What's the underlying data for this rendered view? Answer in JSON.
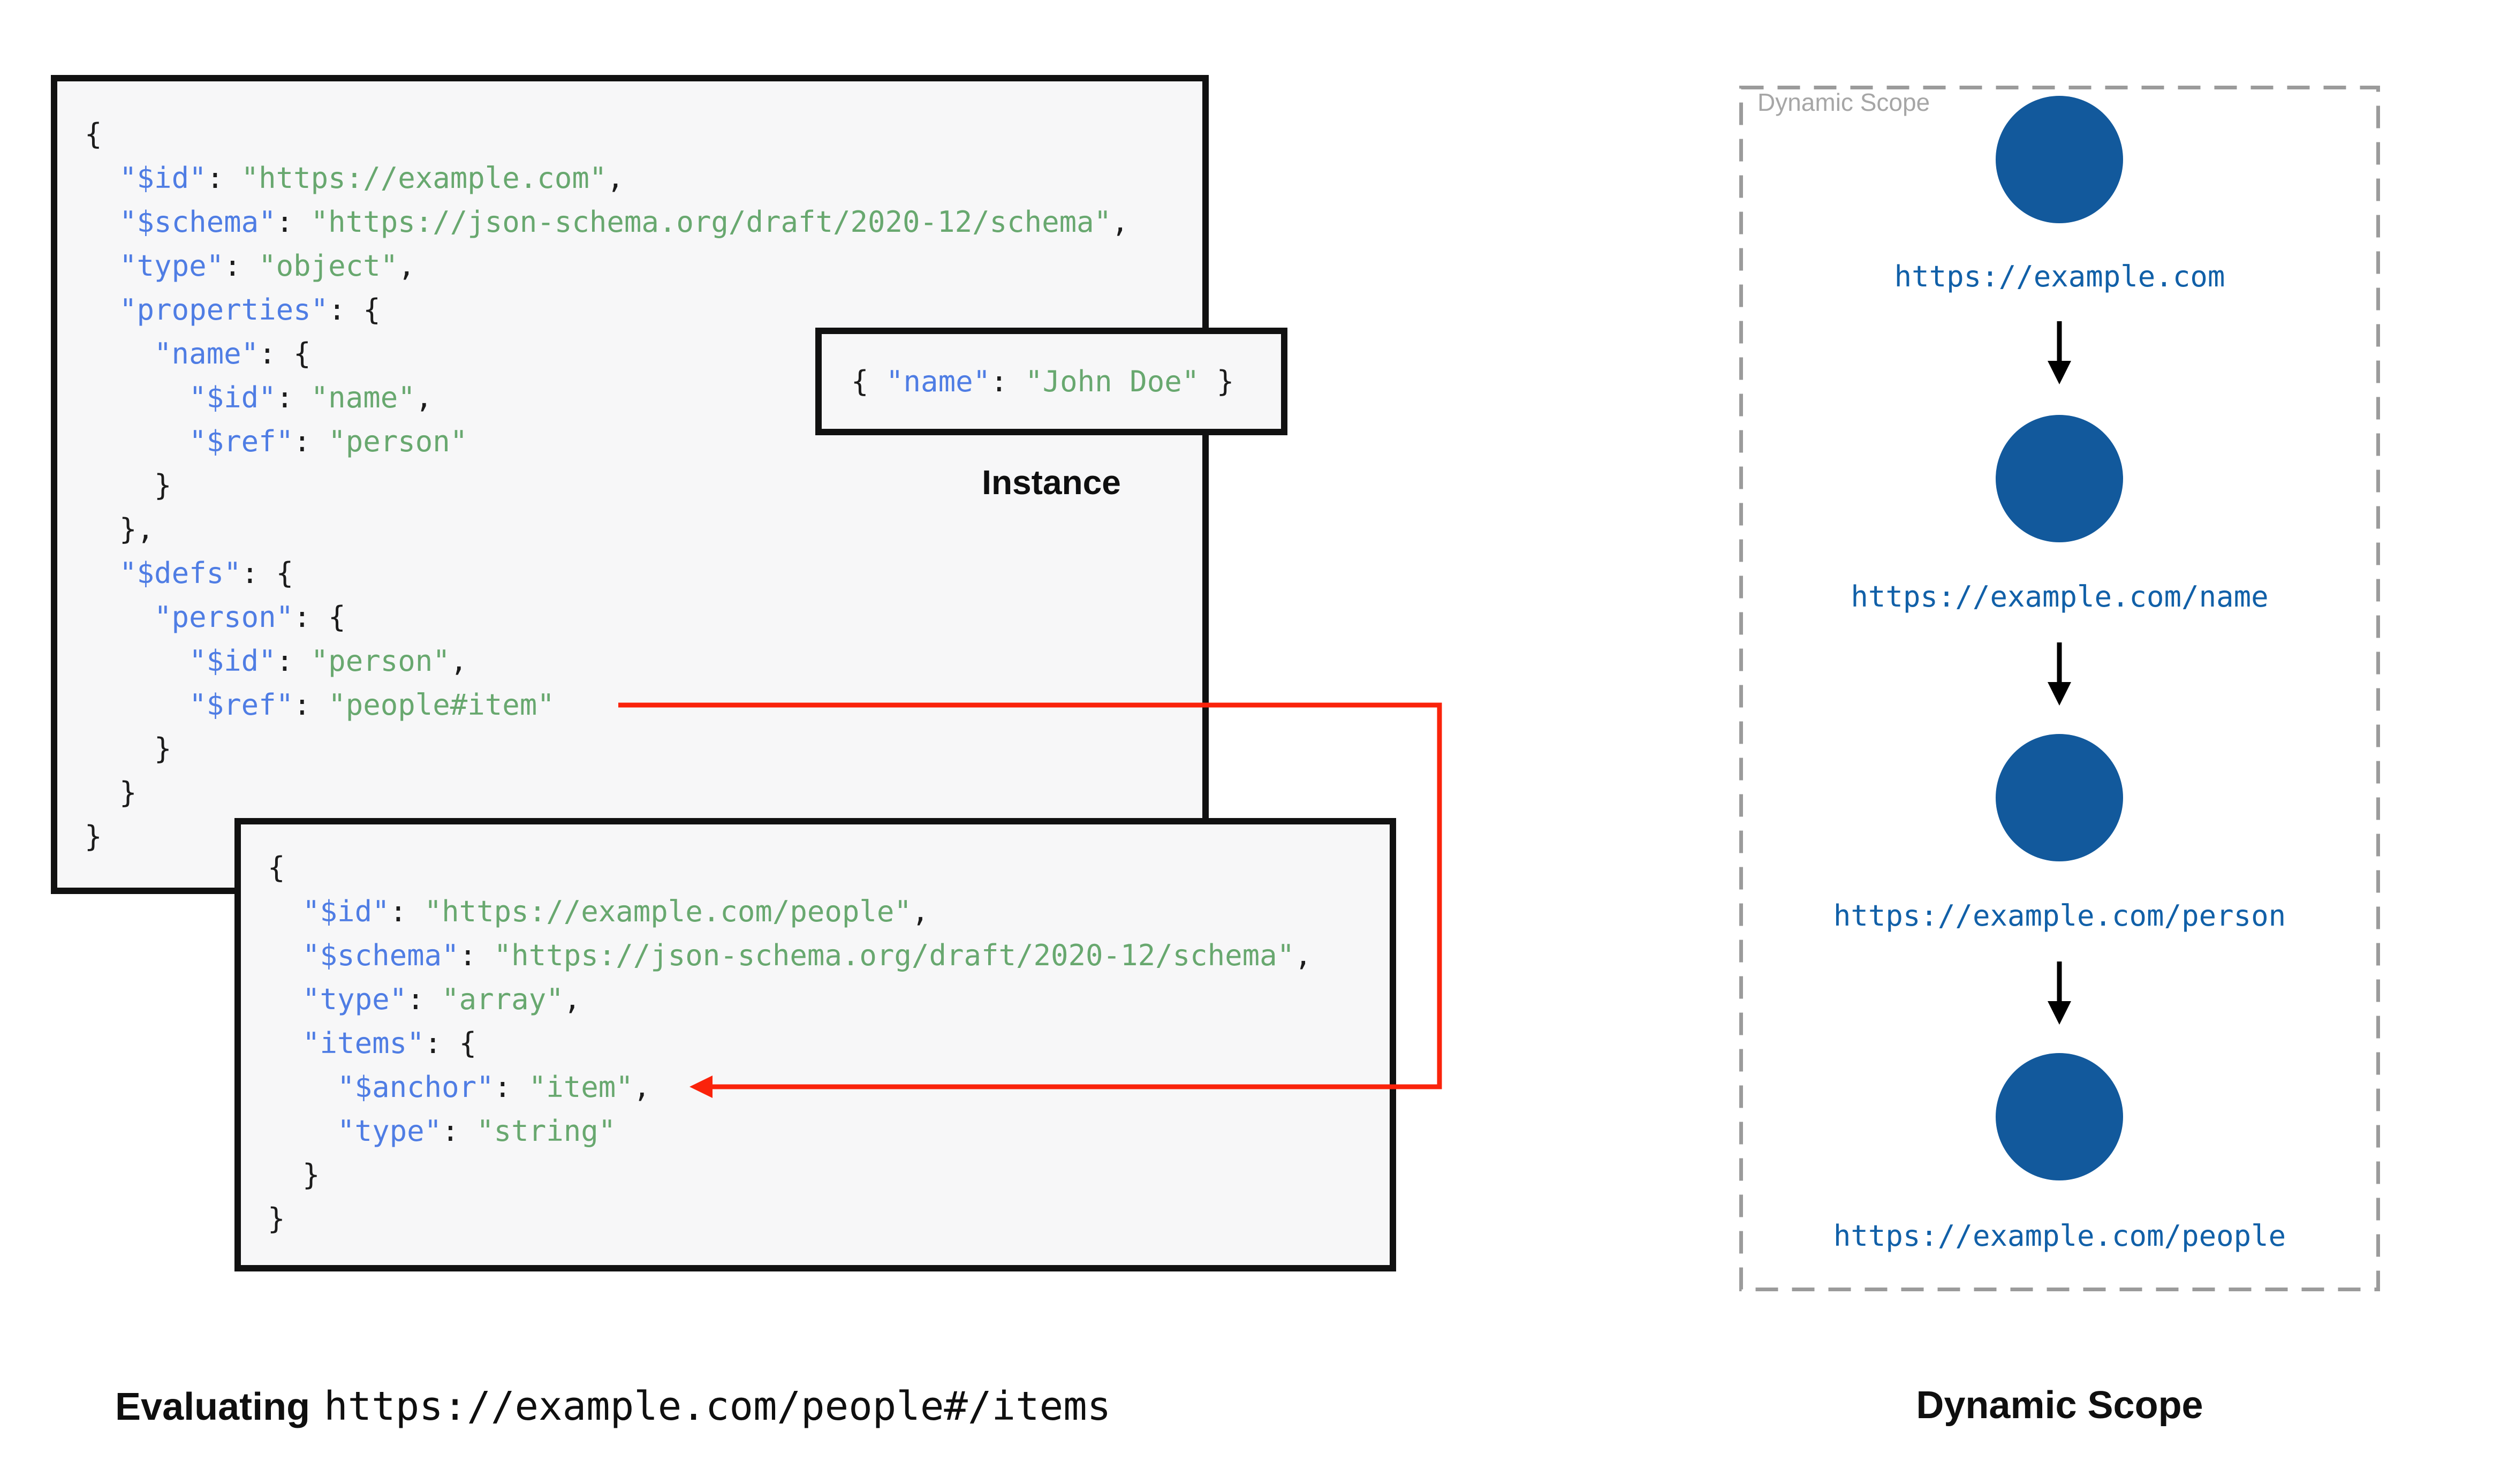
{
  "palette": {
    "box_background": "#f7f7f8",
    "box_border": "#111111",
    "key_blue": "#4f7de4",
    "string_green": "#68a86f",
    "punctuation": "#1c1c1c",
    "ref_arrow_red": "#fa230b",
    "scope_circle_blue": "#12599c",
    "scope_url_blue": "#1160a8",
    "watermark_gray": "#a6a6a6",
    "dash_border_gray": "#9b9b9b"
  },
  "schema_a": {
    "lines": [
      [
        [
          "p",
          "{"
        ]
      ],
      [
        [
          "p",
          "  "
        ],
        [
          "k",
          "\"$id\""
        ],
        [
          "p",
          ": "
        ],
        [
          "s",
          "\"https://example.com\""
        ],
        [
          "p",
          ","
        ]
      ],
      [
        [
          "p",
          "  "
        ],
        [
          "k",
          "\"$schema\""
        ],
        [
          "p",
          ": "
        ],
        [
          "s",
          "\"https://json-schema.org/draft/2020-12/schema\""
        ],
        [
          "p",
          ","
        ]
      ],
      [
        [
          "p",
          "  "
        ],
        [
          "k",
          "\"type\""
        ],
        [
          "p",
          ": "
        ],
        [
          "s",
          "\"object\""
        ],
        [
          "p",
          ","
        ]
      ],
      [
        [
          "p",
          "  "
        ],
        [
          "k",
          "\"properties\""
        ],
        [
          "p",
          ": {"
        ]
      ],
      [
        [
          "p",
          "    "
        ],
        [
          "k",
          "\"name\""
        ],
        [
          "p",
          ": {"
        ]
      ],
      [
        [
          "p",
          "      "
        ],
        [
          "k",
          "\"$id\""
        ],
        [
          "p",
          ": "
        ],
        [
          "s",
          "\"name\""
        ],
        [
          "p",
          ","
        ]
      ],
      [
        [
          "p",
          "      "
        ],
        [
          "k",
          "\"$ref\""
        ],
        [
          "p",
          ": "
        ],
        [
          "s",
          "\"person\""
        ]
      ],
      [
        [
          "p",
          "    }"
        ]
      ],
      [
        [
          "p",
          "  },"
        ]
      ],
      [
        [
          "p",
          "  "
        ],
        [
          "k",
          "\"$defs\""
        ],
        [
          "p",
          ": {"
        ]
      ],
      [
        [
          "p",
          "    "
        ],
        [
          "k",
          "\"person\""
        ],
        [
          "p",
          ": {"
        ]
      ],
      [
        [
          "p",
          "      "
        ],
        [
          "k",
          "\"$id\""
        ],
        [
          "p",
          ": "
        ],
        [
          "s",
          "\"person\""
        ],
        [
          "p",
          ","
        ]
      ],
      [
        [
          "p",
          "      "
        ],
        [
          "k",
          "\"$ref\""
        ],
        [
          "p",
          ": "
        ],
        [
          "s",
          "\"people#item\""
        ]
      ],
      [
        [
          "p",
          "    }"
        ]
      ],
      [
        [
          "p",
          "  }"
        ]
      ],
      [
        [
          "p",
          "}"
        ]
      ]
    ]
  },
  "schema_b": {
    "lines": [
      [
        [
          "p",
          "{"
        ]
      ],
      [
        [
          "p",
          "  "
        ],
        [
          "k",
          "\"$id\""
        ],
        [
          "p",
          ": "
        ],
        [
          "s",
          "\"https://example.com/people\""
        ],
        [
          "p",
          ","
        ]
      ],
      [
        [
          "p",
          "  "
        ],
        [
          "k",
          "\"$schema\""
        ],
        [
          "p",
          ": "
        ],
        [
          "s",
          "\"https://json-schema.org/draft/2020-12/schema\""
        ],
        [
          "p",
          ","
        ]
      ],
      [
        [
          "p",
          "  "
        ],
        [
          "k",
          "\"type\""
        ],
        [
          "p",
          ": "
        ],
        [
          "s",
          "\"array\""
        ],
        [
          "p",
          ","
        ]
      ],
      [
        [
          "p",
          "  "
        ],
        [
          "k",
          "\"items\""
        ],
        [
          "p",
          ": {"
        ]
      ],
      [
        [
          "p",
          "    "
        ],
        [
          "k",
          "\"$anchor\""
        ],
        [
          "p",
          ": "
        ],
        [
          "s",
          "\"item\""
        ],
        [
          "p",
          ","
        ]
      ],
      [
        [
          "p",
          "    "
        ],
        [
          "k",
          "\"type\""
        ],
        [
          "p",
          ": "
        ],
        [
          "s",
          "\"string\""
        ]
      ],
      [
        [
          "p",
          "  }"
        ]
      ],
      [
        [
          "p",
          "}"
        ]
      ]
    ]
  },
  "instance": {
    "label": "Instance",
    "lines": [
      [
        [
          "p",
          "{ "
        ],
        [
          "k",
          "\"name\""
        ],
        [
          "p",
          ": "
        ],
        [
          "s",
          "\"John Doe\""
        ],
        [
          "p",
          " }"
        ]
      ]
    ]
  },
  "scope_panel": {
    "watermark": "Dynamic Scope",
    "title": "Dynamic Scope",
    "nodes": [
      {
        "url": "https://example.com"
      },
      {
        "url": "https://example.com/name"
      },
      {
        "url": "https://example.com/person"
      },
      {
        "url": "https://example.com/people"
      }
    ]
  },
  "caption": {
    "prefix": "Evaluating",
    "uri": "https://example.com/people#/items"
  }
}
